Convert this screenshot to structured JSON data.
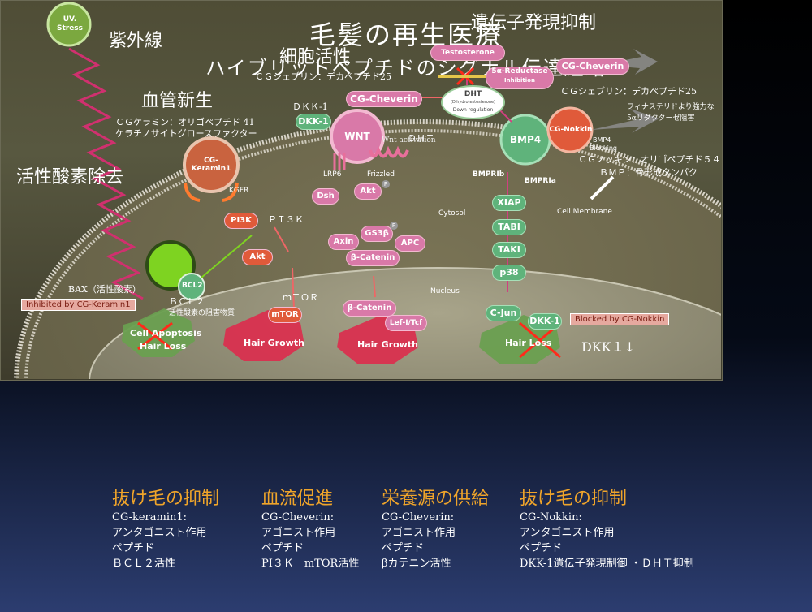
{
  "header": {
    "title": "毛髪の再生医療",
    "subtitle": "ハイブリットペプチドのシグナル伝達経路"
  },
  "labels": {
    "uv_stress": "UV. Stress",
    "shigaisen": "紫外線",
    "saibou_kassei": "細胞活性",
    "cg_chevrin_deca": "ＣＧシェブリン：デカペプチド25",
    "kekkan_shinsei": "血管新生",
    "cg_keramin_41": "ＣＧケラミン：オリゴペプチド 41",
    "keratinocyte": "ケラチノサイトグロースファクター",
    "kassei_sanso": "活性酸素除去",
    "idenshi_yokusei": "遺伝子発現抑制",
    "testosterone": "Testosterone",
    "sa_reductase": "5α-Reductase",
    "inhibition": "Inhibition",
    "cg_cheverin": "CG-Cheverin",
    "cg_chevrin_deca2": "ＣＧシェブリン：デカペプチド25",
    "finasteride": "フィナステリドより強力な",
    "a5_reductase": "5αリダクターゼ阻害",
    "dht": "DHT",
    "dht_sub": "(Dihydrotestosterone)",
    "down_reg": "Down regulation",
    "dht_label": "ＤＨＴ",
    "dkk1_label": "ＤＫＫ-1",
    "dkk1": "DKK-1",
    "cg_cheverin2": "CG-Cheverin",
    "wnt": "WNT",
    "wnt_activation": "Wnt activation",
    "lrp6": "LRP6",
    "frizzled": "Frizzled",
    "dsh": "Dsh",
    "akt": "Akt",
    "p": "P",
    "axin": "Axin",
    "gs3b": "GS3β",
    "apc": "APC",
    "b_catenin": "β-Catenin",
    "cytosol": "Cytosol",
    "nucleus": "Nucleus",
    "b_catenin2": "β-Catenin",
    "lef": "Lef-I/Tcf",
    "hair_growth": "Hair Growth",
    "hair_growth2": "Hair Growth",
    "cg_keramin1": "CG-Keramin1",
    "kgfr": "KGFR",
    "pi3k": "PI3K",
    "pi3k_label": "ＰＩ３Ｋ",
    "akt2": "Akt",
    "mtor": "mTOR",
    "mtor_label": "ｍＴＯＲ",
    "bcl2": "BCL2",
    "bax": "BAX（活性酸素）",
    "bcl2_label": "ＢＣＬ２",
    "bcl2_sub": "活性酸素の阻害物質",
    "inhibited_by": "Inhibited by CG-Keramin1",
    "cell_apoptosis": "Cell Apoptosis",
    "hair_loss": "Hair Loss",
    "bmp4": "BMP4",
    "cg_nokkin": "CG-Nokkin",
    "bmp4_blocking": "BMP4",
    "blocking": "Blocking",
    "cg_nokkin_label": "ＣＧノッキン：オリゴペプチド５４",
    "bmp_label": "ＢＭＰ：骨形成タンパク",
    "bmprib": "BMPRIb",
    "bmpria": "BMPRIa",
    "cell_membrane": "Cell Membrane",
    "xiap": "XIAP",
    "tabi": "TABI",
    "taki": "TAKI",
    "p38": "p38",
    "cjun": "C-Jun",
    "dkk1_nuc": "DKK-1",
    "blocked_by": "Blocked by CG-Nokkin",
    "hair_loss2": "Hair Loss",
    "dkk1_down": "DKK１↓"
  },
  "columns": [
    {
      "heading": "抜け毛の抑制",
      "lines": [
        "CG-keramin1:",
        "アンタゴニスト作用",
        "ペプチド",
        "ＢＣＬ２活性"
      ]
    },
    {
      "heading": "血流促進",
      "lines": [
        "CG-Cheverin:",
        "アゴニスト作用",
        "ペプチド",
        "PI３Ｋ　mTOR活性"
      ]
    },
    {
      "heading": "栄養源の供給",
      "lines": [
        "CG-Cheverin:",
        "アゴニスト作用",
        "ペプチド",
        "βカテニン活性"
      ]
    },
    {
      "heading": "抜け毛の抑制",
      "lines": [
        "CG-Nokkin:",
        "アンタゴニスト作用",
        "ペプチド",
        "DKK-1遺伝子発現制御 ・ＤＨＴ抑制"
      ]
    }
  ],
  "colors": {
    "accent": "#f0a52a",
    "pink": "#d979a8",
    "green": "#5fb37b"
  }
}
